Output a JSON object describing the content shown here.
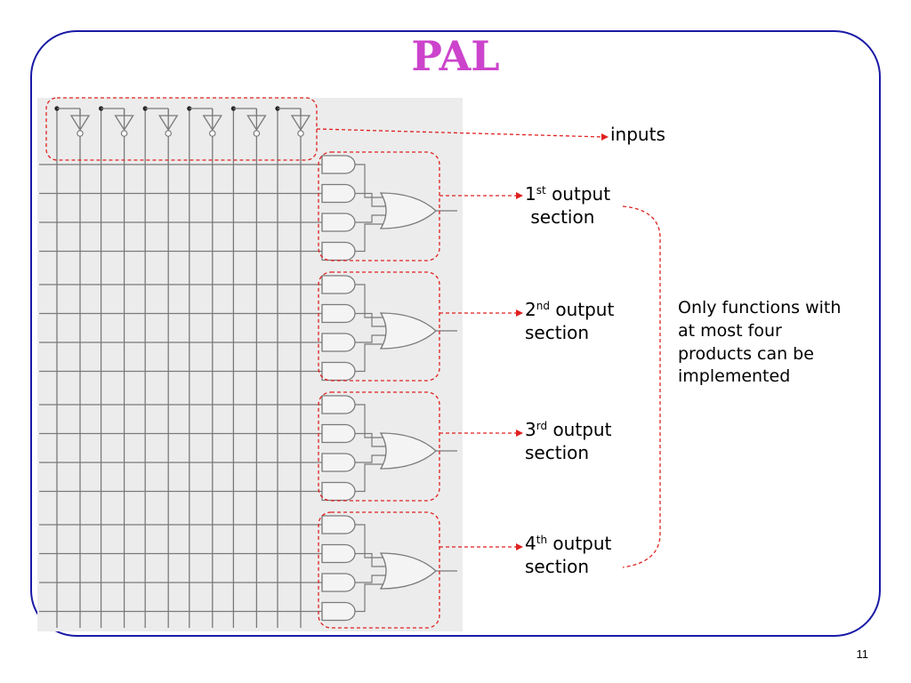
{
  "slide": {
    "title": "PAL",
    "page_number": "11",
    "frame_color": "#1a1aa6",
    "title_color": "#cc44cc",
    "callout_color": "#e02020"
  },
  "labels": {
    "inputs": "inputs",
    "sections": [
      {
        "num": "1",
        "sup": "st",
        "word": "output",
        "second_line": "section"
      },
      {
        "num": "2",
        "sup": "nd",
        "word": "output",
        "second_line": "section"
      },
      {
        "num": "3",
        "sup": "rd",
        "word": "output",
        "second_line": "section"
      },
      {
        "num": "4",
        "sup": "th",
        "word": "output",
        "second_line": "section"
      }
    ],
    "note_lines": [
      "Only functions with",
      "at most four",
      "products can be",
      "implemented"
    ]
  },
  "pal": {
    "input_count": 6,
    "output_sections": 4,
    "and_gates_per_section": 4
  }
}
